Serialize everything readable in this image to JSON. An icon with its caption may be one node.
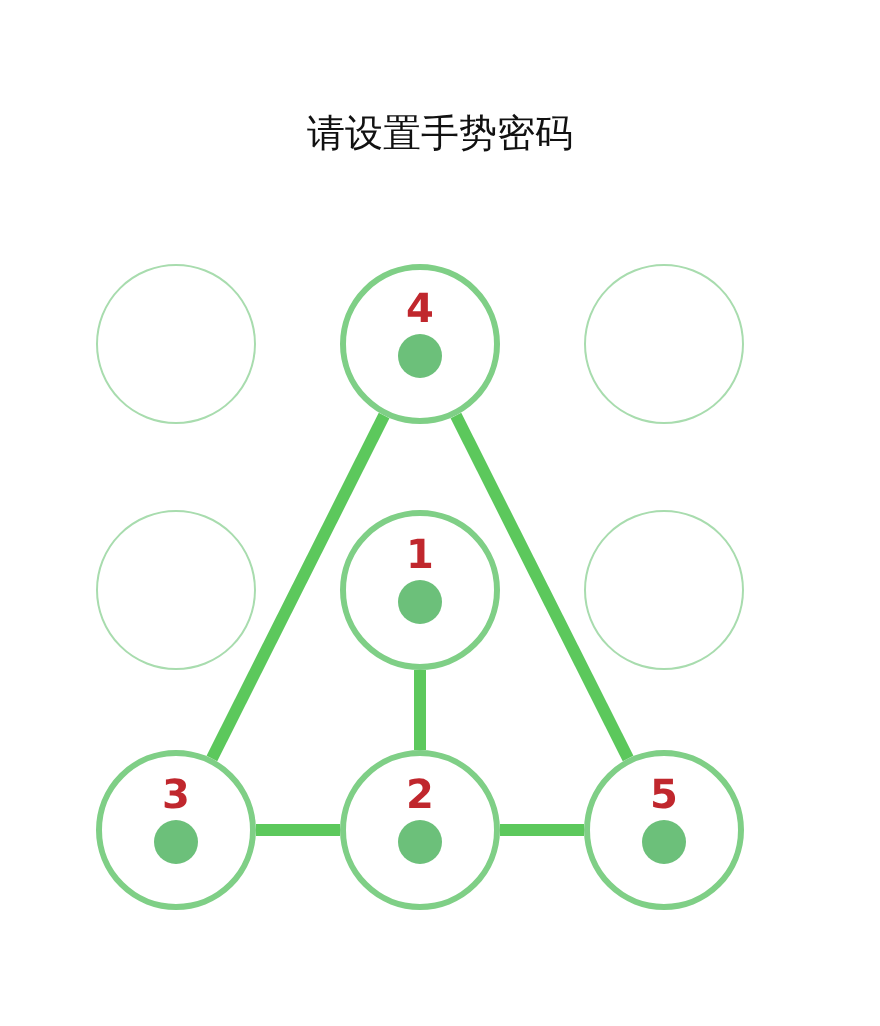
{
  "diagram": {
    "title": "请设置手势密码",
    "nodes": [
      {
        "text": [],
        "shape": "circle"
      },
      {
        "text": [
          "4"
        ]
      },
      {
        "text": [],
        "shape": "circle"
      },
      {
        "text": [],
        "shape": "circle"
      },
      {
        "text": [
          "1"
        ]
      },
      {
        "text": [],
        "shape": "circle"
      },
      {
        "text": [
          "3"
        ]
      },
      {
        "text": [
          "2"
        ]
      },
      {
        "text": [
          "5"
        ]
      }
    ],
    "edges": [
      {
        "from": 1,
        "to": 6,
        "arrow": "none"
      },
      {
        "from": 1,
        "to": 8,
        "arrow": "none"
      },
      {
        "from": 4,
        "to": 7,
        "arrow": "none"
      },
      {
        "from": 6,
        "to": 7,
        "arrow": "none"
      },
      {
        "from": 7,
        "to": 8,
        "arrow": "none"
      }
    ]
  }
}
